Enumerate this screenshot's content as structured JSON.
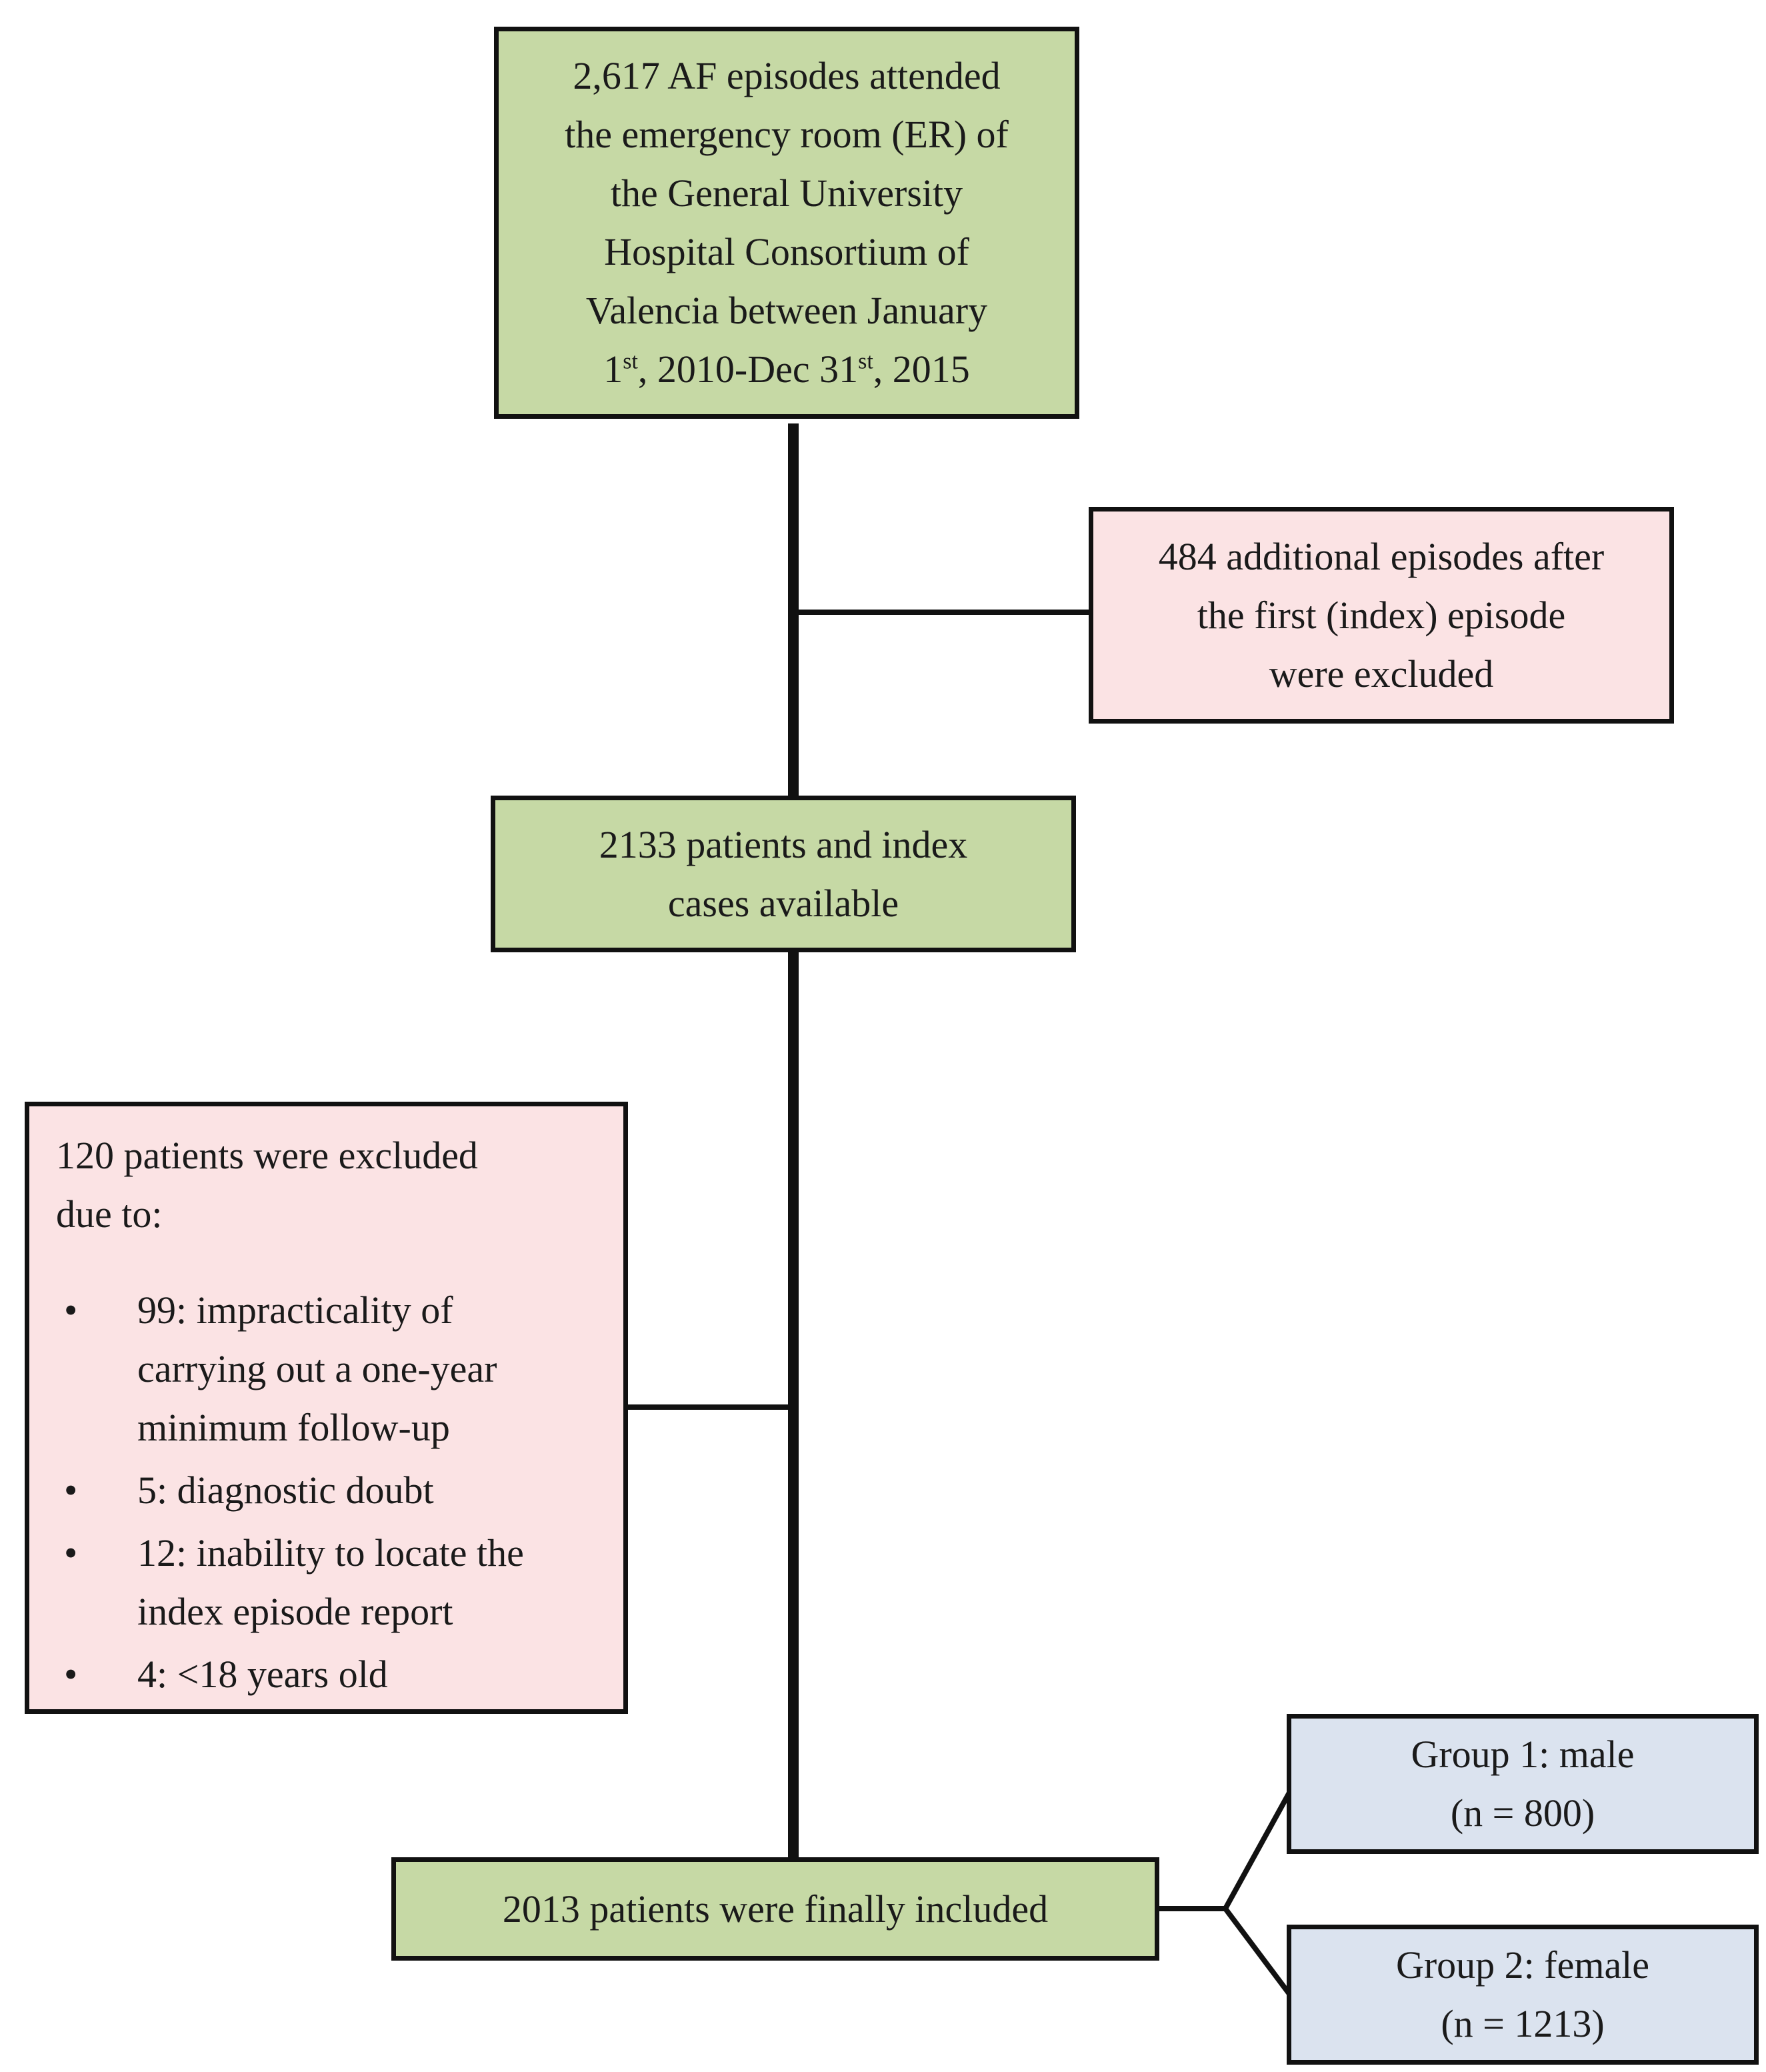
{
  "flowchart": {
    "start": {
      "lines": [
        "2,617 AF episodes attended",
        "the emergency room (ER) of",
        "the General University",
        "Hospital Consortium of",
        "Valencia between January"
      ],
      "date_line": {
        "d1": "1",
        "s1": "st",
        "mid": ", 2010-Dec 31",
        "s2": "st",
        "end": ", 2015"
      }
    },
    "exclusion_1": {
      "lines": [
        "484 additional episodes after",
        "the first (index) episode",
        "were excluded"
      ]
    },
    "available": {
      "lines": [
        "2133 patients and index",
        "cases available"
      ]
    },
    "exclusion_2": {
      "intro_lines": [
        "120 patients were excluded",
        "due to:"
      ],
      "reasons": [
        {
          "lines": [
            "99: impracticality of",
            "carrying out a one-year",
            "minimum follow-up"
          ]
        },
        {
          "lines": [
            "5: diagnostic doubt"
          ]
        },
        {
          "lines": [
            "12: inability to locate the",
            "index episode report"
          ]
        },
        {
          "lines": [
            "4: <18 years old"
          ]
        }
      ]
    },
    "included": {
      "label": "2013 patients were finally included"
    },
    "group_1": {
      "lines": [
        "Group 1: male",
        "(n = 800)"
      ]
    },
    "group_2": {
      "lines": [
        "Group 2: female",
        "(n = 1213)"
      ]
    }
  },
  "colors": {
    "green_box": "#c6d9a5",
    "pink_box": "#fbe3e4",
    "blue_box": "#dbe3ef",
    "stroke": "#111111"
  }
}
